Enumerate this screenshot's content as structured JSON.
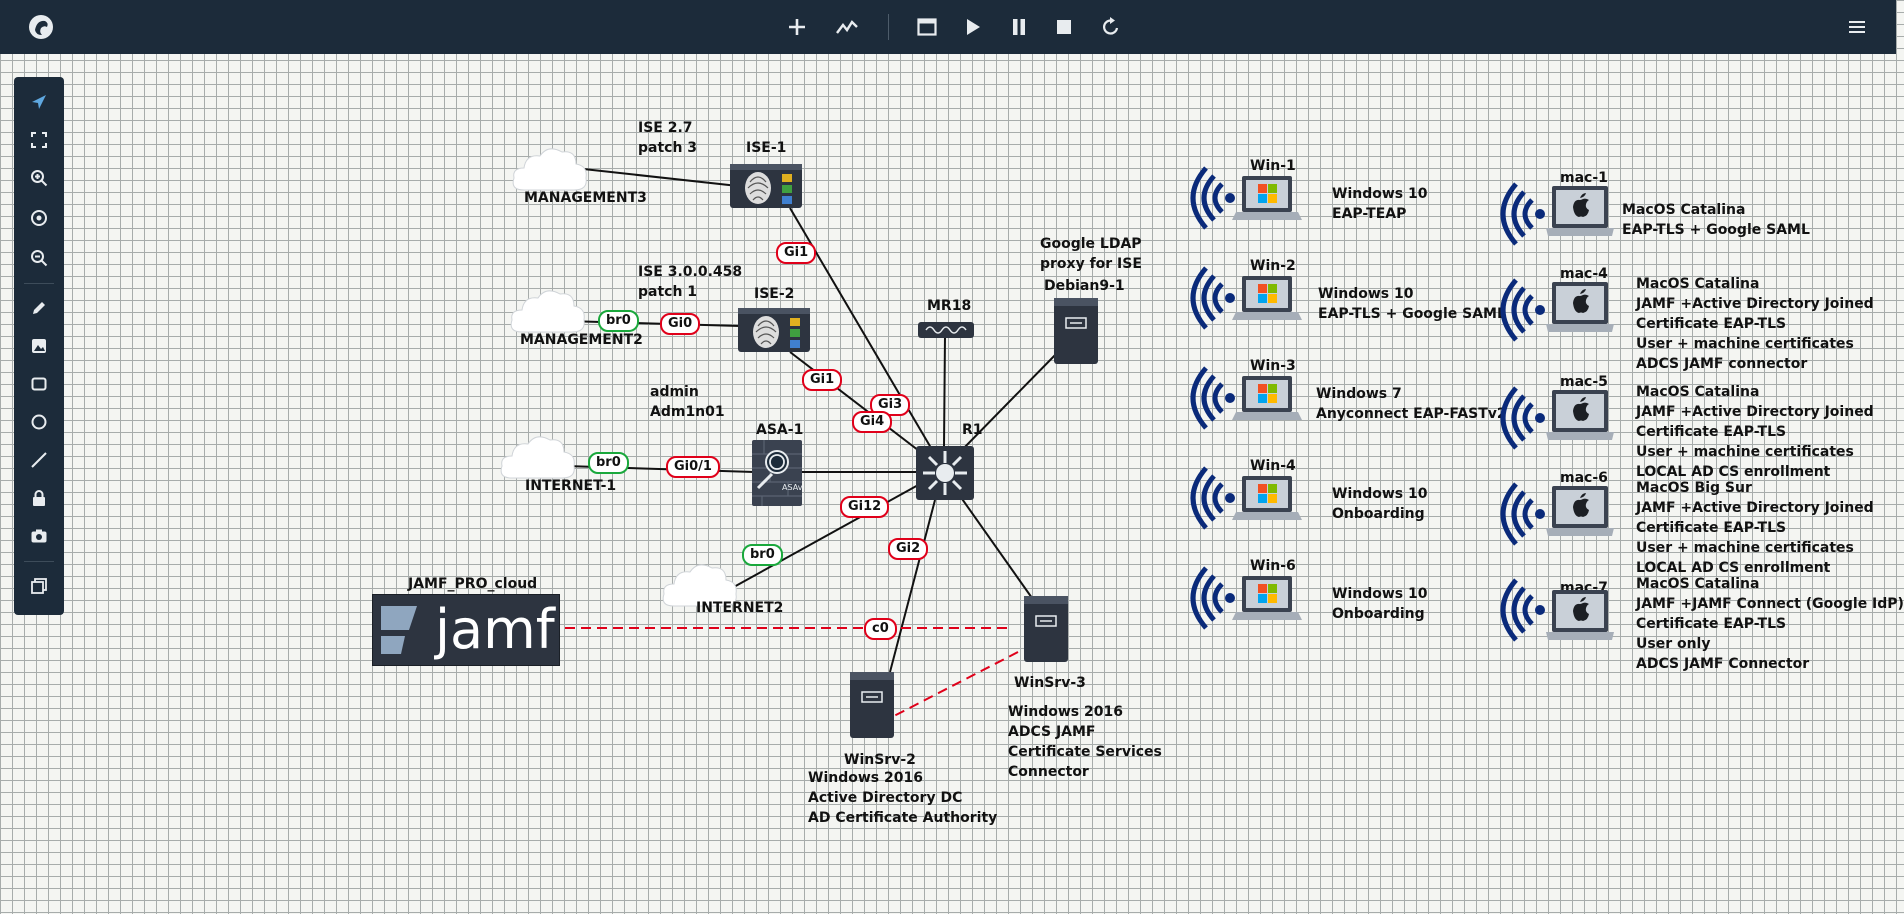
{
  "app": {
    "logo_icon": "eve-ng-logo-icon",
    "toolbar": [
      {
        "name": "add-node-button",
        "icon": "plus-icon"
      },
      {
        "name": "stats-button",
        "icon": "trend-icon"
      },
      {
        "name": "console-button",
        "icon": "window-icon"
      },
      {
        "name": "start-all-button",
        "icon": "play-icon"
      },
      {
        "name": "pause-all-button",
        "icon": "pause-icon"
      },
      {
        "name": "stop-all-button",
        "icon": "stop-icon"
      },
      {
        "name": "reload-button",
        "icon": "reload-icon"
      }
    ],
    "menu_icon": "hamburger-icon",
    "left_tools": [
      "pointer-icon",
      "fit-screen-icon",
      "zoom-in-icon",
      "zoom-reset-icon",
      "zoom-out-icon",
      "pencil-icon",
      "image-icon",
      "rectangle-icon",
      "circle-icon",
      "line-icon",
      "lock-icon",
      "camera-icon",
      "layers-icon"
    ]
  },
  "colors": {
    "topbar": "#1c2b3a",
    "link_red": "#e0001a",
    "link_green": "#1aa83c",
    "wifi_blue": "#0a2a7a"
  },
  "nodes": {
    "ise1": {
      "label": "ISE-1"
    },
    "ise2": {
      "label": "ISE-2"
    },
    "asa1": {
      "label": "ASA-1"
    },
    "mr18": {
      "label": "MR18"
    },
    "r1": {
      "label": "R1"
    },
    "debian": {
      "label": "Debian9-1"
    },
    "winsrv3": {
      "label": "WinSrv-3"
    },
    "winsrv2": {
      "label": "WinSrv-2"
    },
    "mgmt3": {
      "label": "MANAGEMENT3"
    },
    "mgmt2": {
      "label": "MANAGEMENT2"
    },
    "inet1": {
      "label": "INTERNET-1"
    },
    "inet2": {
      "label": "INTERNET2"
    },
    "jamf": {
      "label": "JAMF_PRO_cloud",
      "logo_text": "jamf"
    },
    "win1": {
      "label": "Win-1"
    },
    "win2": {
      "label": "Win-2"
    },
    "win3": {
      "label": "Win-3"
    },
    "win4": {
      "label": "Win-4"
    },
    "win6": {
      "label": "Win-6"
    },
    "mac1": {
      "label": "mac-1"
    },
    "mac4": {
      "label": "mac-4"
    },
    "mac5": {
      "label": "mac-5"
    },
    "mac6": {
      "label": "mac-6"
    },
    "mac7": {
      "label": "mac-7"
    }
  },
  "interfaces": {
    "ise1_gi1": "Gi1",
    "ise2_gi0": "Gi0",
    "mgmt2_br0": "br0",
    "ise2_gi1": "Gi1",
    "r1_gi3": "Gi3",
    "r1_gi4": "Gi4",
    "asa_gi01": "Gi0/1",
    "inet1_br0": "br0",
    "r1_gi12": "Gi12",
    "inet2_br0": "br0",
    "r1_gi2": "Gi2",
    "jamf_c0": "c0"
  },
  "notes": {
    "ise27": [
      "ISE 2.7",
      "patch 3"
    ],
    "ise30": [
      "ISE 3.0.0.458",
      "patch 1"
    ],
    "admin": [
      "admin",
      "Adm1n01"
    ],
    "ldap": [
      "Google LDAP",
      "proxy for ISE"
    ],
    "winsrv3": [
      "Windows 2016",
      "ADCS JAMF",
      "Certificate Services",
      "Connector"
    ],
    "winsrv2": [
      "Windows 2016",
      "Active Directory DC",
      "AD Certificate Authority"
    ],
    "win1": [
      "Windows 10",
      "EAP-TEAP"
    ],
    "win2": [
      "Windows 10",
      "EAP-TLS + Google SAML"
    ],
    "win3": [
      "Windows 7",
      "Anyconnect EAP-FASTv2"
    ],
    "win4": [
      "Windows 10",
      "Onboarding"
    ],
    "win6": [
      "Windows 10",
      "Onboarding"
    ],
    "mac1": [
      "MacOS Catalina",
      "EAP-TLS + Google SAML"
    ],
    "mac4": [
      "MacOS Catalina",
      "JAMF +Active Directory Joined",
      "Certificate EAP-TLS",
      "User + machine certificates",
      "ADCS JAMF connector"
    ],
    "mac5": [
      "MacOS Catalina",
      "JAMF +Active Directory Joined",
      "Certificate EAP-TLS",
      "User + machine certificates",
      "LOCAL AD CS enrollment"
    ],
    "mac6": [
      "MacOS Big Sur",
      "JAMF +Active Directory Joined",
      "Certificate EAP-TLS",
      "User + machine certificates",
      "LOCAL AD CS enrollment"
    ],
    "mac7": [
      "MacOS Catalina",
      "JAMF +JAMF Connect (Google IdP)",
      "Certificate EAP-TLS",
      "User only",
      "ADCS JAMF Connector"
    ]
  }
}
